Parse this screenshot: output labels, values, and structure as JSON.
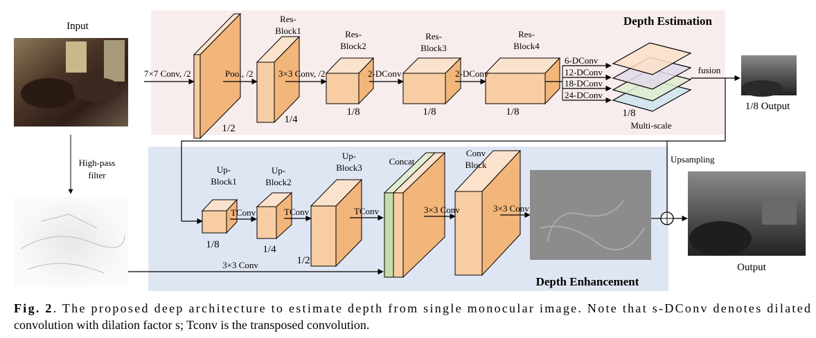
{
  "input": {
    "label": "Input",
    "filter_label_1": "High-pass",
    "filter_label_2": "filter"
  },
  "estimation": {
    "title": "Depth Estimation",
    "arrows": [
      "7×7 Conv, /2",
      "Pool, /2",
      "3×3 Conv, /2",
      "2-DConv",
      "2-DConv"
    ],
    "blocks": [
      {
        "name_1": "",
        "name_2": "",
        "scale": "1/2"
      },
      {
        "name_1": "Res-",
        "name_2": "Block1",
        "scale": "1/4"
      },
      {
        "name_1": "Res-",
        "name_2": "Block2",
        "scale": "1/8"
      },
      {
        "name_1": "Res-",
        "name_2": "Block3",
        "scale": "1/8"
      },
      {
        "name_1": "Res-",
        "name_2": "Block4",
        "scale": "1/8"
      }
    ],
    "dconv": [
      "6-DConv",
      "12-DConv",
      "18-DConv",
      "24-DConv"
    ],
    "multiscale_scale": "1/8",
    "multiscale_label": "Multi-scale",
    "fusion_label": "fusion",
    "output_label": "1/8 Output",
    "plane_colors": [
      "#fbe1c9",
      "#e3d9ea",
      "#dfeccf",
      "#cde4ec"
    ]
  },
  "upsampling_label": "Upsampling",
  "enhancement": {
    "title": "Depth Enhancement",
    "blocks": [
      {
        "name_1": "Up-",
        "name_2": "Block1",
        "scale": "1/8"
      },
      {
        "name_1": "Up-",
        "name_2": "Block2",
        "scale": "1/4"
      },
      {
        "name_1": "Up-",
        "name_2": "Block3",
        "scale": "1/2"
      },
      {
        "name_1": "Concat",
        "name_2": "",
        "scale": ""
      },
      {
        "name_1": "Conv",
        "name_2": "Block",
        "scale": ""
      }
    ],
    "arrows": [
      "TConv",
      "TConv",
      "TConv",
      "3×3 Conv",
      "3×3 Conv"
    ],
    "skip_label": "3×3 Conv",
    "output_label": "Output"
  },
  "caption": {
    "fig": "Fig. 2",
    "line1": ". The proposed deep architecture to estimate depth from single monocular image. Note that s-DConv denotes dilated",
    "line2": "convolution with dilation factor s; Tconv is the transposed convolution."
  },
  "colors": {
    "est_bg": "#f8eded",
    "enh_bg": "#dfe6f3",
    "block_front": "#f8cda3",
    "block_side": "#f2b57a",
    "block_top": "#fbe2cc",
    "concat_green": "#c5dea7"
  }
}
